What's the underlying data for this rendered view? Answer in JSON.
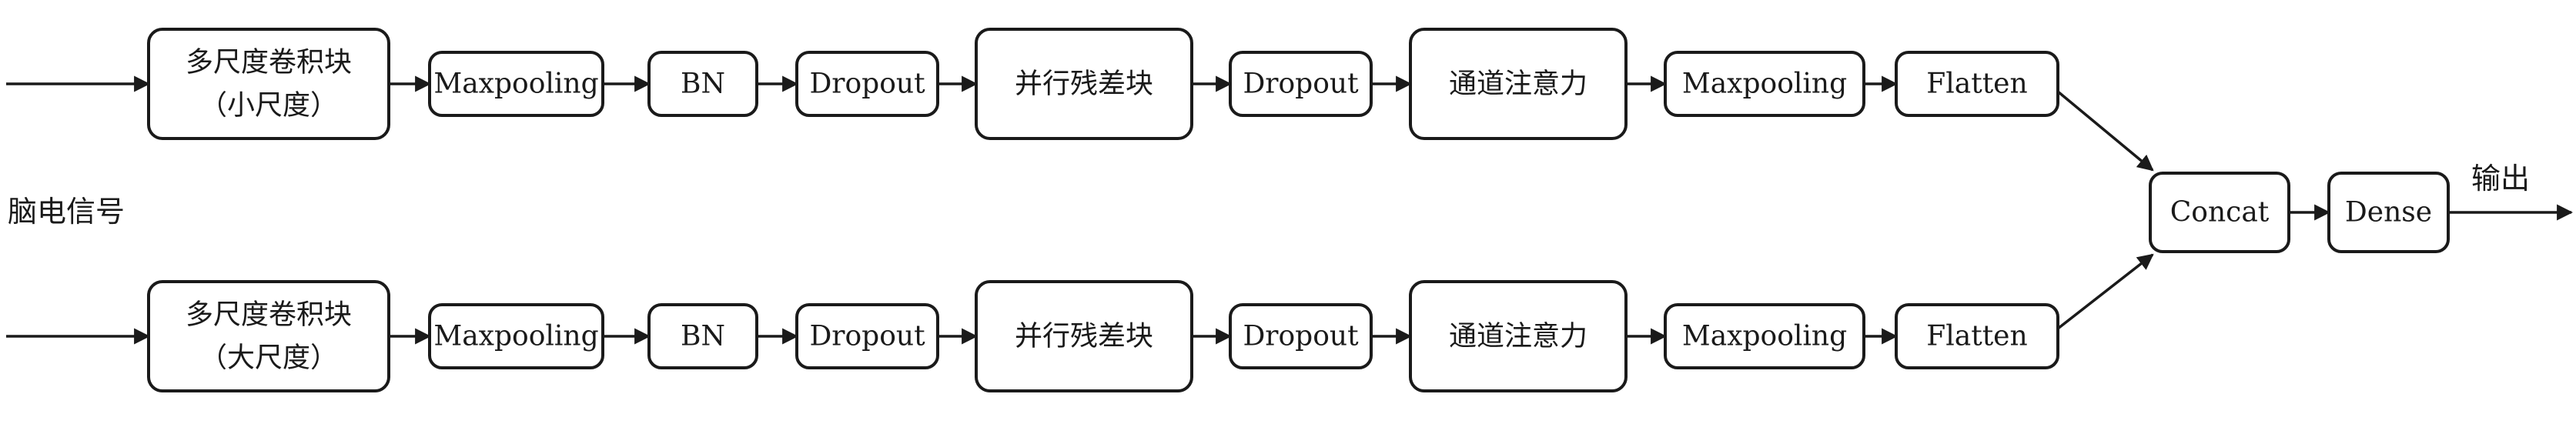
{
  "input_label": "脑电信号",
  "output_label": "输出",
  "branches": [
    {
      "name": "small-scale",
      "blocks": [
        {
          "id": "msconv",
          "lines": [
            "多尺度卷积块",
            "（小尺度）"
          ]
        },
        {
          "id": "maxpool1",
          "lines": [
            "Maxpooling"
          ]
        },
        {
          "id": "bn",
          "lines": [
            "BN"
          ]
        },
        {
          "id": "dropout1",
          "lines": [
            "Dropout"
          ]
        },
        {
          "id": "parallel-res",
          "lines": [
            "并行残差块"
          ]
        },
        {
          "id": "dropout2",
          "lines": [
            "Dropout"
          ]
        },
        {
          "id": "channel-attn",
          "lines": [
            "通道注意力"
          ]
        },
        {
          "id": "maxpool2",
          "lines": [
            "Maxpooling"
          ]
        },
        {
          "id": "flatten",
          "lines": [
            "Flatten"
          ]
        }
      ]
    },
    {
      "name": "large-scale",
      "blocks": [
        {
          "id": "msconv",
          "lines": [
            "多尺度卷积块",
            "（大尺度）"
          ]
        },
        {
          "id": "maxpool1",
          "lines": [
            "Maxpooling"
          ]
        },
        {
          "id": "bn",
          "lines": [
            "BN"
          ]
        },
        {
          "id": "dropout1",
          "lines": [
            "Dropout"
          ]
        },
        {
          "id": "parallel-res",
          "lines": [
            "并行残差块"
          ]
        },
        {
          "id": "dropout2",
          "lines": [
            "Dropout"
          ]
        },
        {
          "id": "channel-attn",
          "lines": [
            "通道注意力"
          ]
        },
        {
          "id": "maxpool2",
          "lines": [
            "Maxpooling"
          ]
        },
        {
          "id": "flatten",
          "lines": [
            "Flatten"
          ]
        }
      ]
    }
  ],
  "merge_blocks": [
    {
      "id": "concat",
      "lines": [
        "Concat"
      ]
    },
    {
      "id": "dense",
      "lines": [
        "Dense"
      ]
    }
  ]
}
